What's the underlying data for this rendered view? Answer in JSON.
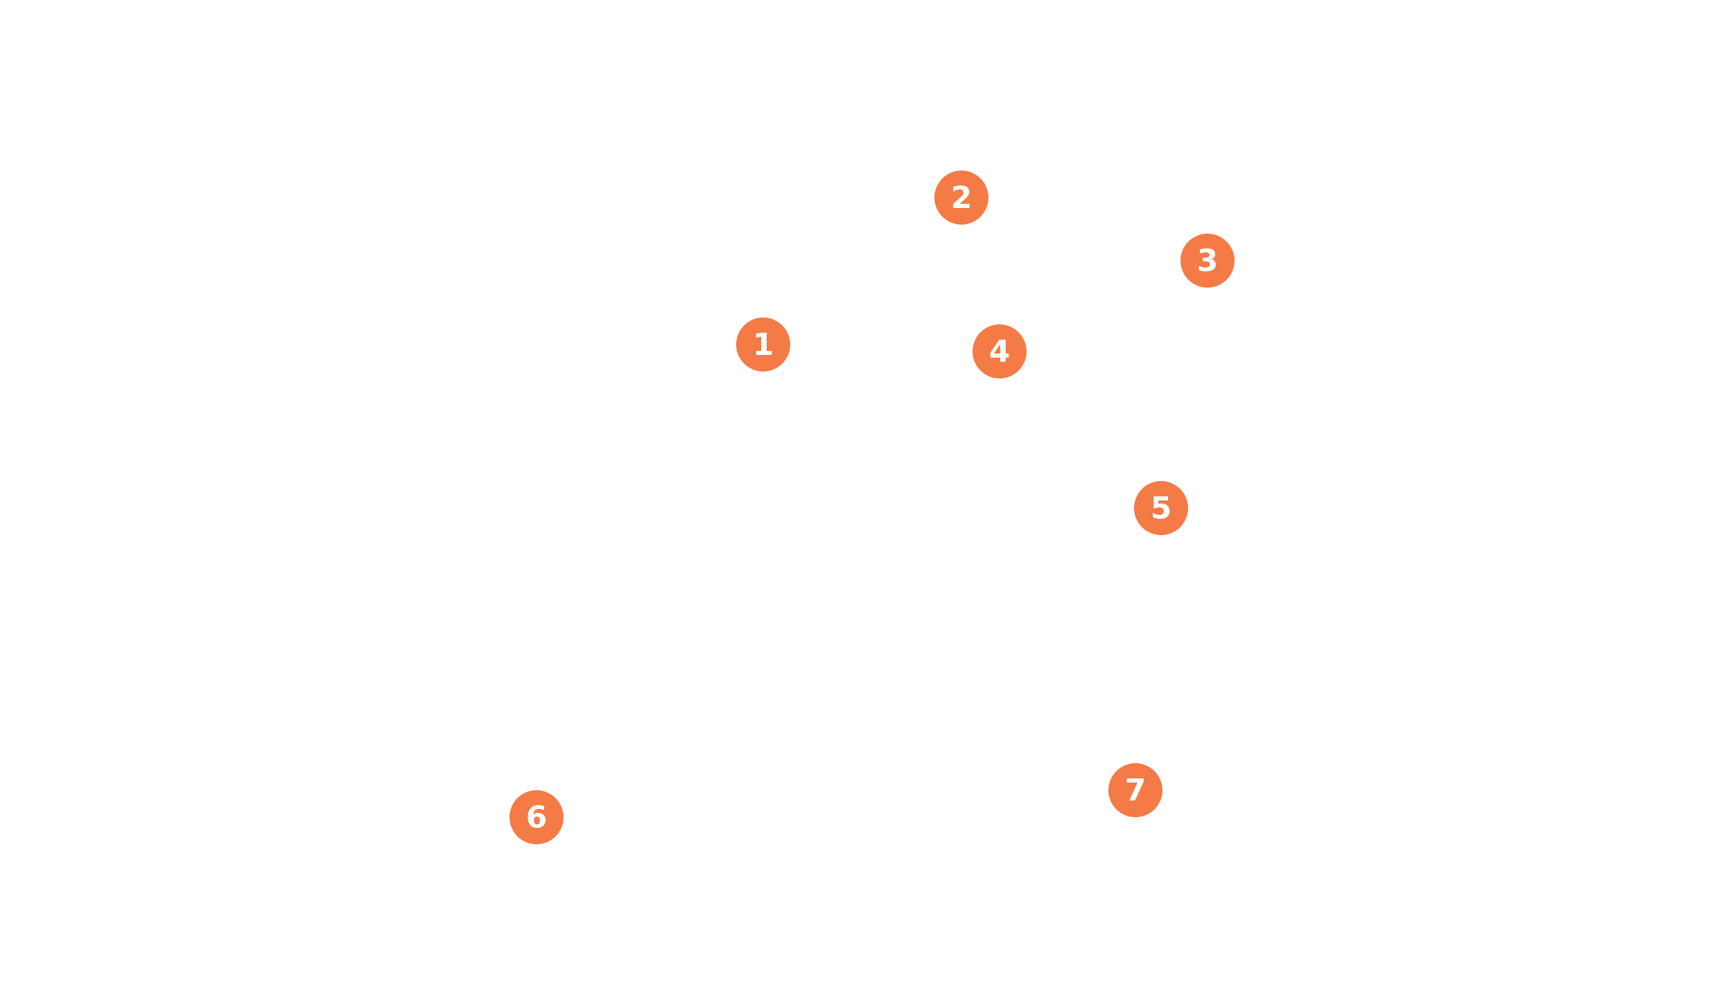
{
  "marker_color": "#F47A46",
  "markers": [
    {
      "label": "1"
    },
    {
      "label": "2"
    },
    {
      "label": "3"
    },
    {
      "label": "4"
    },
    {
      "label": "5"
    },
    {
      "label": "6"
    },
    {
      "label": "7"
    }
  ]
}
